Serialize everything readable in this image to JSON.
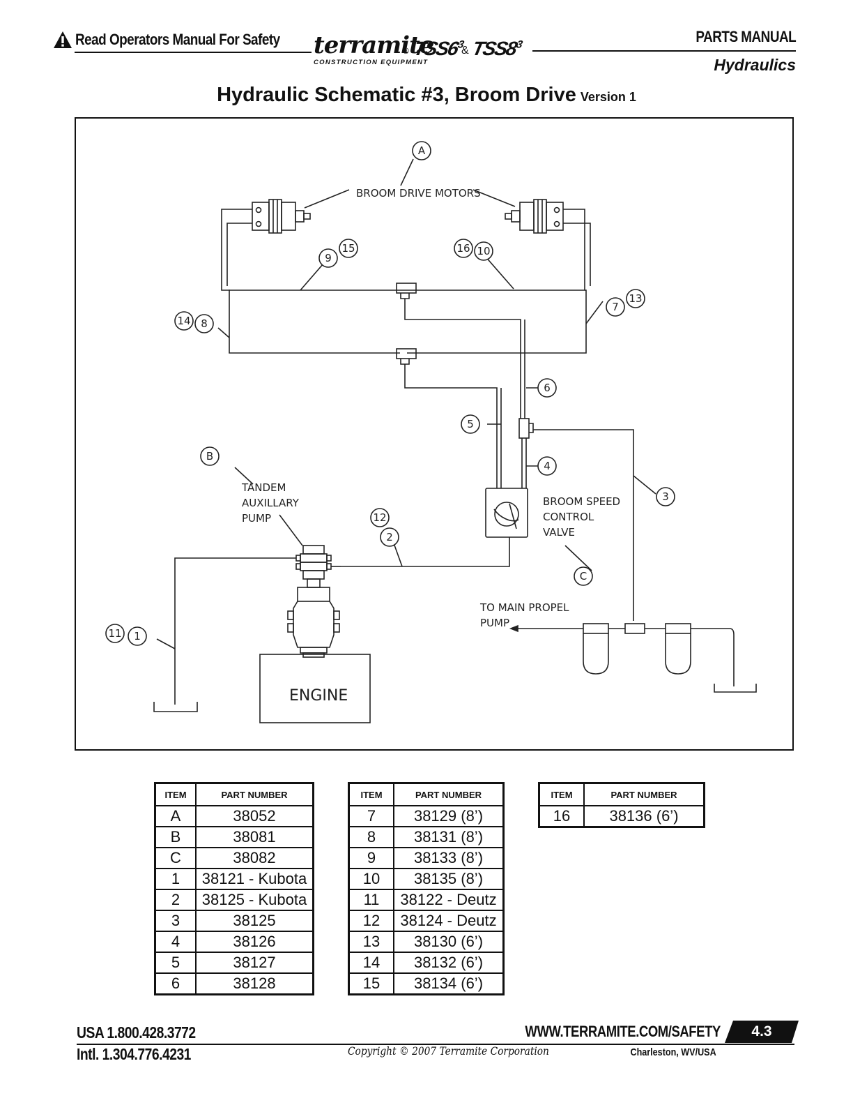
{
  "header": {
    "safety_text": "Read Operators Manual For Safety",
    "brand": "terramite",
    "brand_sub": "CONSTRUCTION EQUIPMENT",
    "model_1": "TSS6",
    "model_2": "TSS8",
    "model_sup": "3",
    "model_amp": "&",
    "section": "PARTS MANUAL",
    "subsection": "Hydraulics"
  },
  "title": {
    "main": "Hydraulic Schematic #3, Broom Drive",
    "version": "Version 1"
  },
  "schematic": {
    "labels": {
      "broom_drive_motors": "BROOM DRIVE MOTORS",
      "tandem": "TANDEM",
      "auxillary": "AUXILLARY",
      "pump": "PUMP",
      "broom_speed": "BROOM SPEED",
      "control": "CONTROL",
      "valve": "VALVE",
      "to_main_propel": "TO MAIN PROPEL",
      "propel_pump": "PUMP",
      "engine": "ENGINE"
    },
    "callouts": [
      "A",
      "B",
      "C",
      "1",
      "2",
      "3",
      "4",
      "5",
      "6",
      "7",
      "8",
      "9",
      "10",
      "11",
      "12",
      "13",
      "14",
      "15",
      "16"
    ]
  },
  "parts_tables": {
    "headers": {
      "item": "ITEM",
      "part_number": "PART NUMBER"
    },
    "table_1": [
      {
        "item": "A",
        "part": "38052"
      },
      {
        "item": "B",
        "part": "38081"
      },
      {
        "item": "C",
        "part": "38082"
      },
      {
        "item": "1",
        "part": "38121 - Kubota"
      },
      {
        "item": "2",
        "part": "38125 - Kubota"
      },
      {
        "item": "3",
        "part": "38125"
      },
      {
        "item": "4",
        "part": "38126"
      },
      {
        "item": "5",
        "part": "38127"
      },
      {
        "item": "6",
        "part": "38128"
      }
    ],
    "table_2": [
      {
        "item": "7",
        "part": "38129 (8’)"
      },
      {
        "item": "8",
        "part": "38131 (8’)"
      },
      {
        "item": "9",
        "part": "38133 (8’)"
      },
      {
        "item": "10",
        "part": "38135 (8’)"
      },
      {
        "item": "11",
        "part": "38122 - Deutz"
      },
      {
        "item": "12",
        "part": "38124 - Deutz"
      },
      {
        "item": "13",
        "part": "38130 (6’)"
      },
      {
        "item": "14",
        "part": "38132 (6’)"
      },
      {
        "item": "15",
        "part": "38134 (6’)"
      }
    ],
    "table_3": [
      {
        "item": "16",
        "part": "38136 (6’)"
      }
    ]
  },
  "footer": {
    "usa_phone": "USA  1.800.428.3772",
    "intl_phone": "Intl. 1.304.776.4231",
    "website": "WWW.TERRAMITE.COM/SAFETY",
    "page": "4.3",
    "copyright": "Copyright © 2007 Terramite Corporation",
    "location": "Charleston, WV/USA"
  }
}
